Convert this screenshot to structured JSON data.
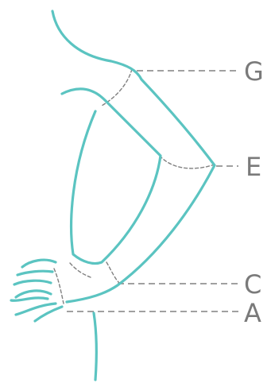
{
  "colors": {
    "outline": "#5bc4c1",
    "guide": "#808080",
    "label": "#7a7a7a"
  },
  "labels": {
    "g": "G",
    "e": "E",
    "c": "C",
    "a": "A"
  }
}
